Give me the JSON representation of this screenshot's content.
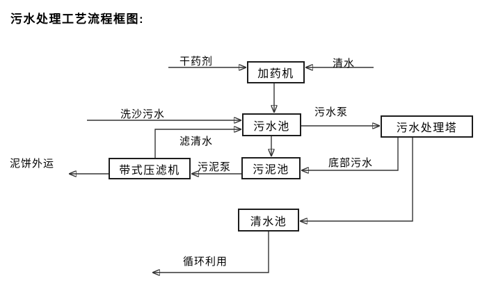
{
  "title": "污水处理工艺流程框图:",
  "diagram": {
    "type": "flowchart",
    "colors": {
      "line": "#333333",
      "box_border": "#1c1c1c",
      "text": "#000000",
      "background": "#ffffff"
    },
    "nodes": [
      {
        "id": "dosing-machine",
        "label": "加药机"
      },
      {
        "id": "sewage-pool",
        "label": "污水池"
      },
      {
        "id": "sewage-treatment-tower",
        "label": "污水处理塔"
      },
      {
        "id": "sludge-pool",
        "label": "污泥池"
      },
      {
        "id": "belt-filter-press",
        "label": "带式压滤机"
      },
      {
        "id": "clean-water-pool",
        "label": "清水池"
      }
    ],
    "labels": [
      {
        "id": "dry-chemical",
        "text": "干药剂"
      },
      {
        "id": "clean-water",
        "text": "清水"
      },
      {
        "id": "sand-washing-sewage",
        "text": "洗沙污水"
      },
      {
        "id": "sewage-pump",
        "text": "污水泵"
      },
      {
        "id": "filtered-water",
        "text": "滤清水"
      },
      {
        "id": "sludge-pump",
        "text": "污泥泵"
      },
      {
        "id": "bottom-sewage",
        "text": "底部污水"
      },
      {
        "id": "mud-cake-out",
        "text": "泥饼外运"
      },
      {
        "id": "recycle-use",
        "text": "循环利用"
      }
    ],
    "edges": [
      {
        "from": "dry-chemical-input",
        "to": "dosing-machine",
        "label": "干药剂"
      },
      {
        "from": "clean-water-input",
        "to": "dosing-machine",
        "label": "清水"
      },
      {
        "from": "dosing-machine",
        "to": "sewage-pool",
        "label": ""
      },
      {
        "from": "sand-washing-sewage",
        "to": "sewage-pool",
        "label": "洗沙污水"
      },
      {
        "from": "belt-filter-press",
        "to": "sewage-pool",
        "label": "滤清水"
      },
      {
        "from": "sewage-pool",
        "to": "sewage-treatment-tower",
        "label": "污水泵"
      },
      {
        "from": "sewage-pool",
        "to": "sludge-pool",
        "label": ""
      },
      {
        "from": "sewage-treatment-tower",
        "to": "sludge-pool",
        "label": "底部污水"
      },
      {
        "from": "sludge-pool",
        "to": "belt-filter-press",
        "label": "污泥泵"
      },
      {
        "from": "belt-filter-press",
        "to": "mud-cake-out",
        "label": "泥饼外运"
      },
      {
        "from": "sewage-treatment-tower",
        "to": "clean-water-pool",
        "label": ""
      },
      {
        "from": "clean-water-pool",
        "to": "recycle-use",
        "label": "循环利用"
      }
    ]
  }
}
